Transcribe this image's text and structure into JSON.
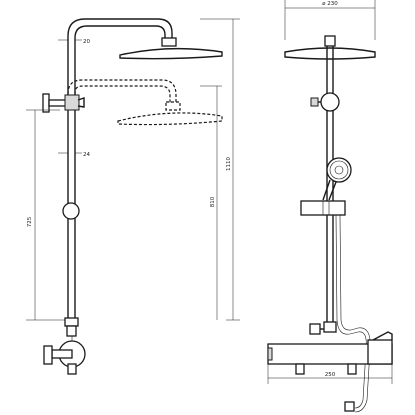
{
  "dimensions": {
    "arm_diameter": "20",
    "pipe_diameter": "24",
    "lower_height": "725",
    "slide_height": "810",
    "total_height": "1110",
    "head_diameter": "⌀ 230",
    "mixer_width": "250"
  }
}
